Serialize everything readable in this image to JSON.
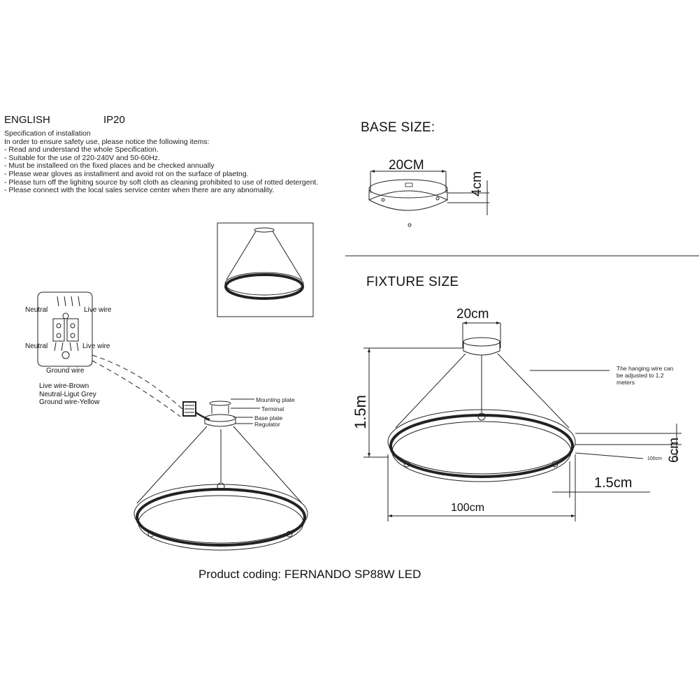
{
  "header": {
    "language": "ENGLISH",
    "ip_rating": "IP20"
  },
  "spec": {
    "title": "Specification of installation",
    "intro": "In order to ensure safety use, please notice the following items:",
    "items": [
      "- Read and understand the whole Specification.",
      "- Suitable for the use of 220-240V and 50-60Hz.",
      "- Must be installeed on the fixed places and be checked annually",
      "- Please wear gloves as installment and avoid rot on the surface of plaetng.",
      "- Please turn off the lighitng source by soft cloth as cleaning prohibited to use of rotted detergent.",
      "- Please connect with the local sales service center when there are any abnomality."
    ]
  },
  "base": {
    "title": "BASE SIZE:",
    "diameter": "20CM",
    "height": "4cm"
  },
  "fixture": {
    "title": "FIXTURE SIZE",
    "canopy_width": "20cm",
    "drop_height": "1.5m",
    "ring_height": "6cm",
    "ring_thickness": "1.5cm",
    "ring_diameter": "100cm",
    "ring_diameter_small": "100cm",
    "note": [
      "The hanging wire can",
      "be adjusted to 1.2",
      "meters"
    ]
  },
  "wiring": {
    "neutral_top": "Neutral",
    "live_top": "Live wire",
    "neutral_bottom": "Neutral",
    "live_bottom": "Live wire",
    "ground": "Ground wire",
    "legend": [
      "Live wire-Brown",
      "Neutral-Ligut Grey",
      "Ground wire-Yellow"
    ]
  },
  "parts": [
    "Mounting plate",
    "Terminal",
    "Base plate",
    "Regulator"
  ],
  "product": "Product coding: FERNANDO SP88W LED"
}
